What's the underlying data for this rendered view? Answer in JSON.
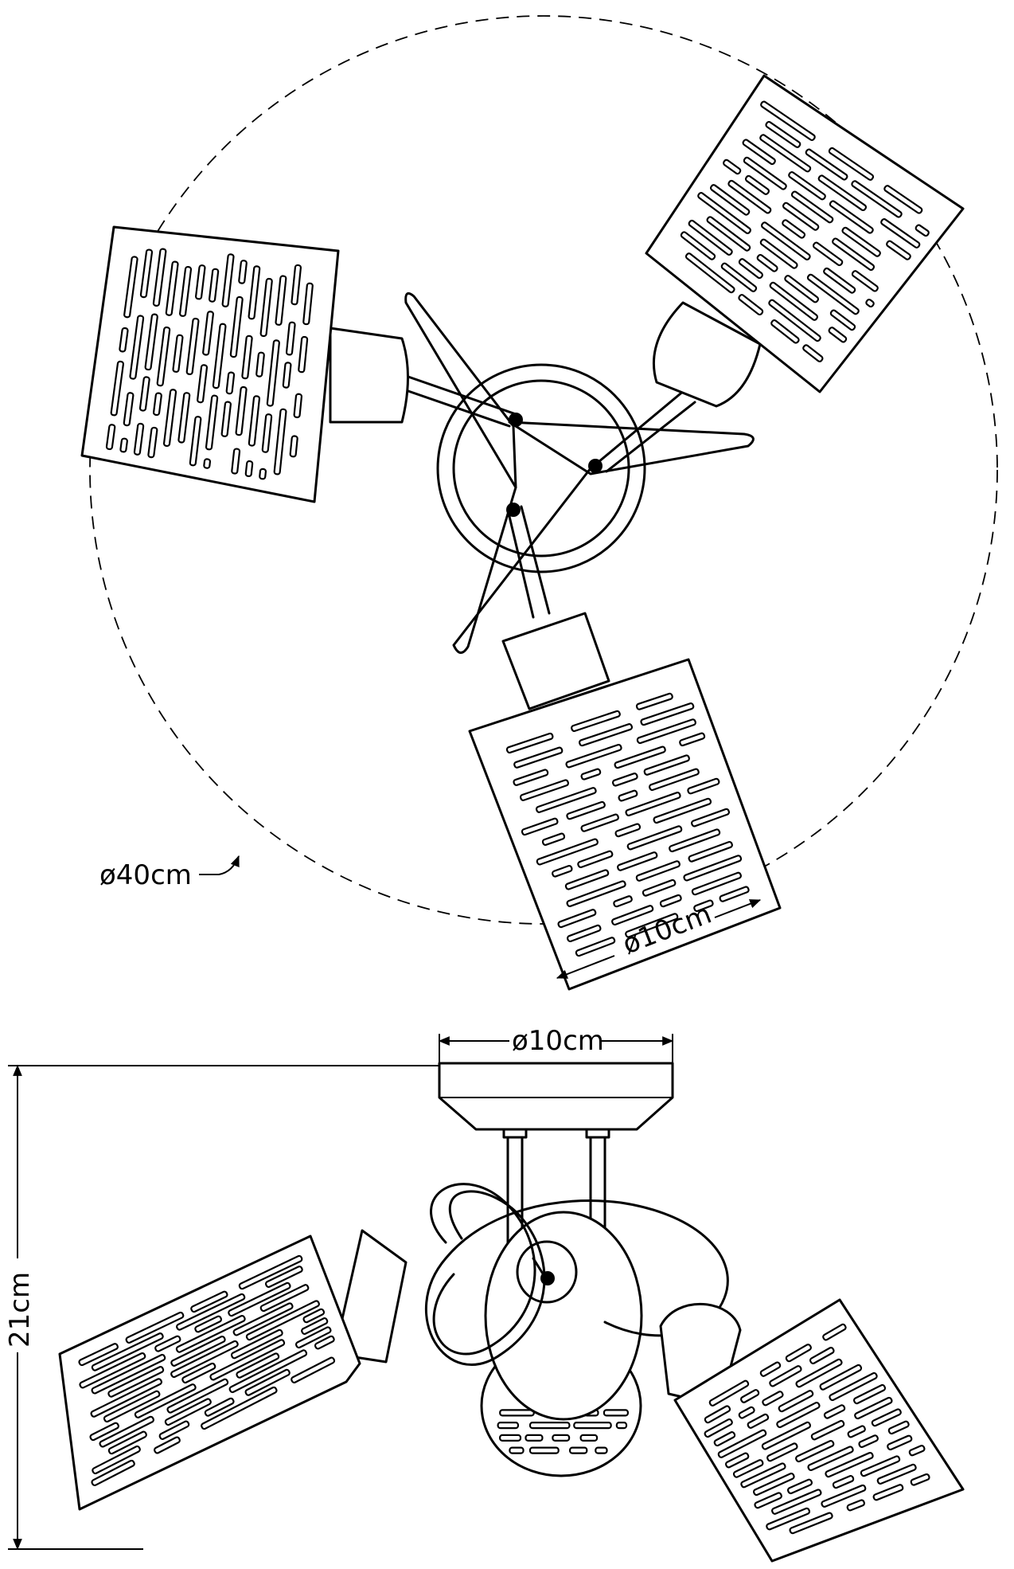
{
  "top_view": {
    "outer_diameter_label": "ø40cm",
    "shade_diameter_label": "ø10cm"
  },
  "side_view": {
    "canopy_diameter_label": "ø10cm",
    "height_label": "21cm"
  }
}
